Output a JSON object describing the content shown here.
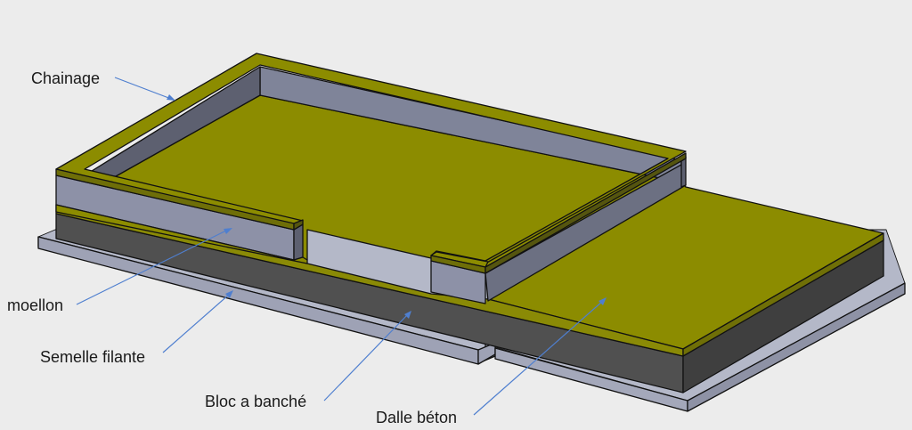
{
  "labels": {
    "chainage": "Chainage",
    "moellon": "moellon",
    "semelle_filante": "Semelle filante",
    "bloc_a_banche": "Bloc a banché",
    "dalle_beton": "Dalle béton"
  },
  "colors": {
    "background": "#ececec",
    "chainage_olive": "#8c8c00",
    "chainage_dark": "#55550f",
    "moellon_grey": "#8a8fa6",
    "moellon_side": "#5f6372",
    "bloc_dark": "#4b4b4b",
    "semelle_light": "#a4a8ba",
    "leader_blue": "#4f7fcf"
  }
}
